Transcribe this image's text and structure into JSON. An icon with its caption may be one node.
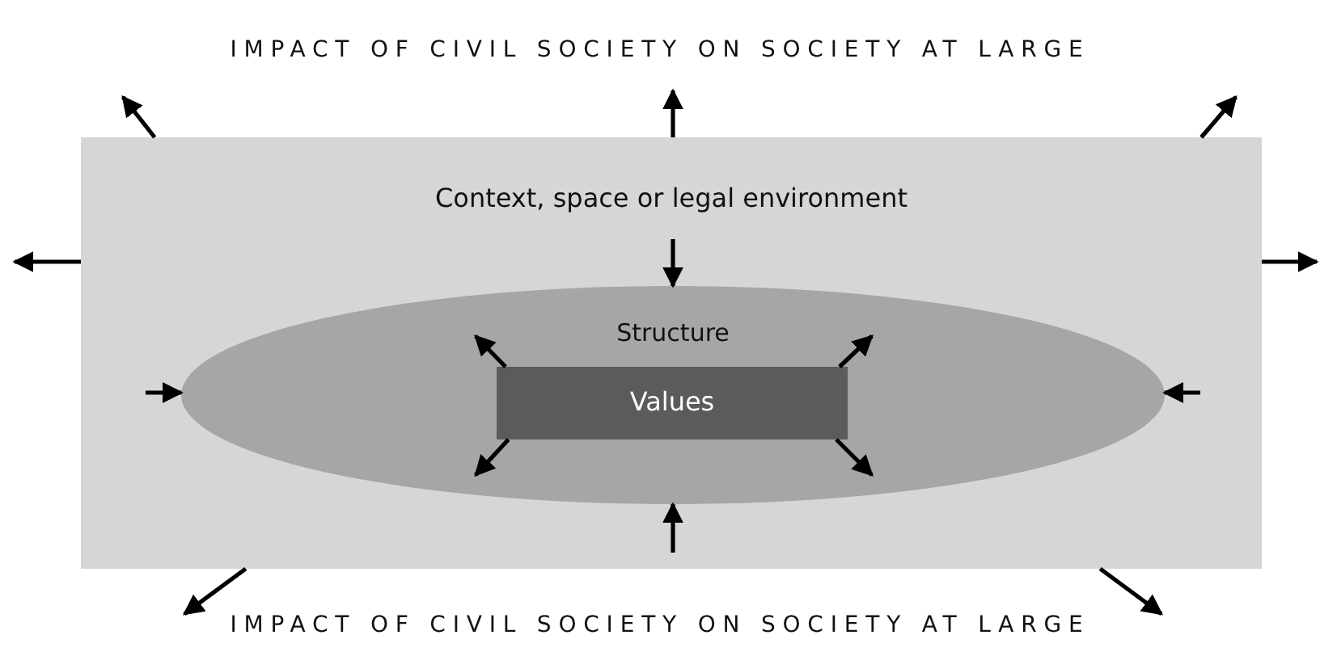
{
  "diagram": {
    "nodes": [
      {
        "text": [
          "Context, space or legal environment"
        ]
      },
      {
        "text": [
          "Structure"
        ],
        "in": 0
      },
      {
        "text": [
          "Values"
        ],
        "in": 1
      }
    ],
    "edges": [
      {
        "from": 0,
        "to": null,
        "arrow": "to"
      },
      {
        "from": 0,
        "to": null,
        "arrow": "to"
      },
      {
        "from": 0,
        "to": null,
        "arrow": "to"
      },
      {
        "from": 0,
        "to": null,
        "arrow": "to"
      },
      {
        "from": 0,
        "to": null,
        "arrow": "to"
      },
      {
        "from": 0,
        "to": null,
        "arrow": "to"
      },
      {
        "from": 0,
        "to": null,
        "arrow": "to"
      },
      {
        "from": null,
        "to": 1,
        "arrow": "to"
      },
      {
        "from": null,
        "to": 1,
        "arrow": "to"
      },
      {
        "from": null,
        "to": 1,
        "arrow": "to"
      },
      {
        "from": null,
        "to": 1,
        "arrow": "to"
      },
      {
        "from": 2,
        "to": null,
        "arrow": "to"
      },
      {
        "from": 2,
        "to": null,
        "arrow": "to"
      },
      {
        "from": 2,
        "to": null,
        "arrow": "to"
      },
      {
        "from": 2,
        "to": null,
        "arrow": "to"
      }
    ],
    "labels": [
      "IMPACT OF CIVIL SOCIETY ON SOCIETY AT LARGE",
      "IMPACT OF CIVIL SOCIETY ON SOCIETY AT LARGE"
    ]
  }
}
